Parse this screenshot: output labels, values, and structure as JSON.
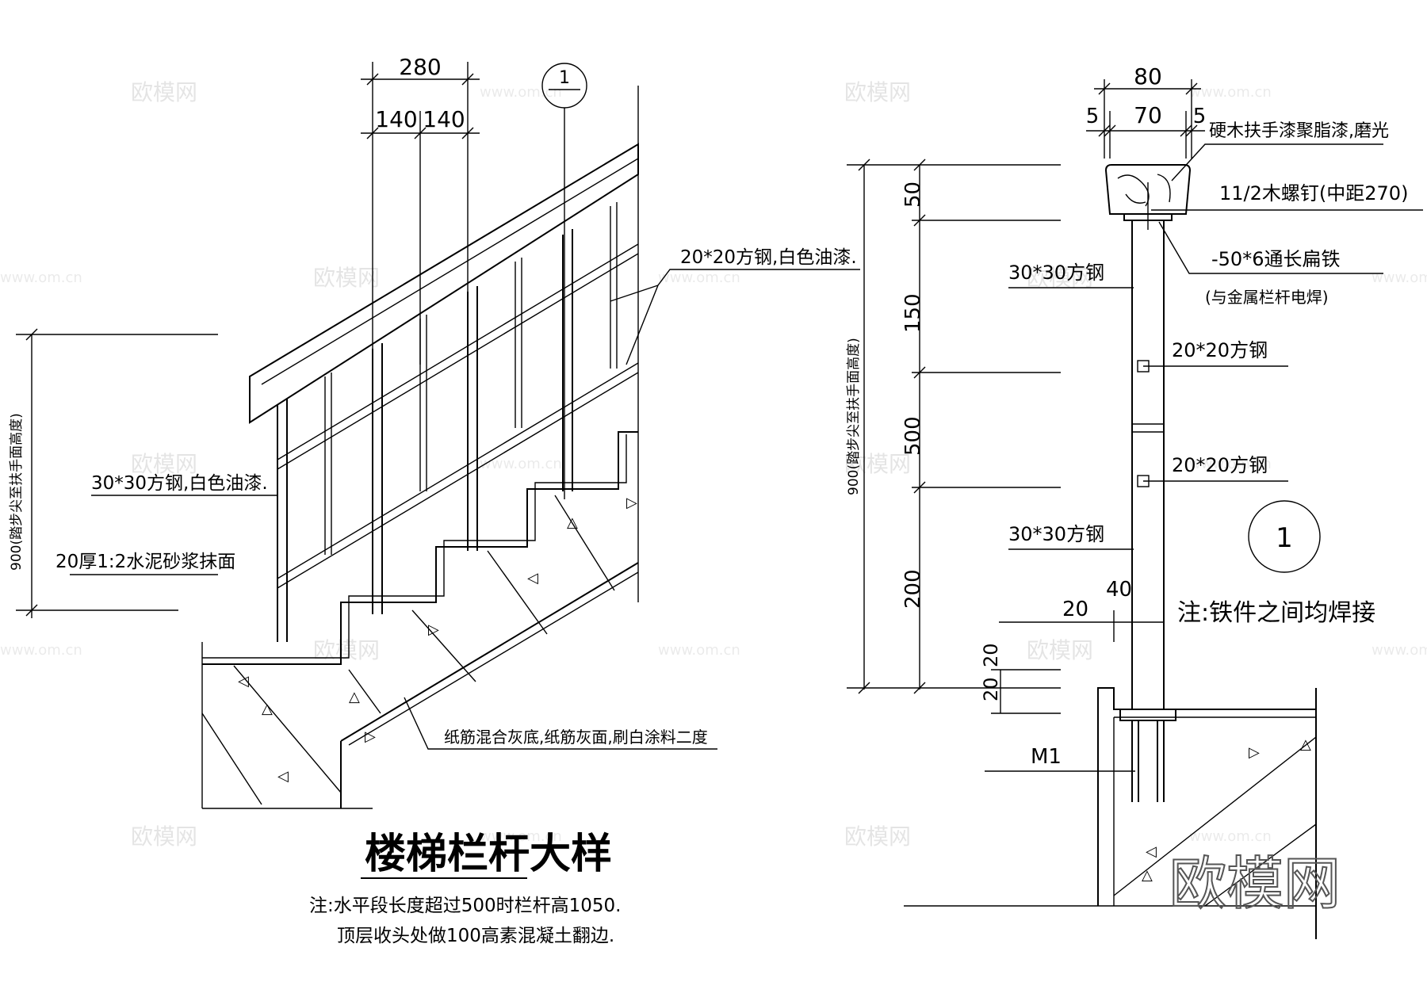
{
  "left_detail": {
    "dim_top_total": "280",
    "dim_top_a": "140",
    "dim_top_b": "140",
    "section_mark": "1",
    "label_top_rail": "20*20方钢,白色油漆.",
    "label_post": "30*30方钢,白色油漆.",
    "label_finish": "20厚1:2水泥砂浆抹面",
    "label_soffit": "纸筋混合灰底,纸筋灰面,刷白涂料二度",
    "dim_height": "900(踏步尖至扶手面高度)",
    "title": "楼梯栏杆大样",
    "note_line1": "注:水平段长度超过500时栏杆高1050.",
    "note_line2": "顶层收头处做100高素混凝土翻边."
  },
  "right_detail": {
    "dim_top_total": "80",
    "dim_top_left": "5",
    "dim_top_mid": "70",
    "dim_top_right": "5",
    "label_handrail": "硬木扶手漆聚脂漆,磨光",
    "label_screw": "11/2木螺钉(中距270)",
    "label_flatbar": "-50*6通长扁铁",
    "label_flatbar_note": "(与金属栏杆电焊)",
    "label_post_upper": "30*30方钢",
    "label_bar_1": "20*20方钢",
    "label_bar_2": "20*20方钢",
    "label_post_lower": "30*30方钢",
    "dim_50": "50",
    "dim_150": "150",
    "dim_500": "500",
    "dim_200": "200",
    "dim_height": "900(踏步尖至扶手面高度)",
    "dim_20_h": "20",
    "dim_40_h": "40",
    "dim_20_v_a": "20",
    "dim_20_v_b": "20",
    "label_embed": "M1",
    "section_mark": "1",
    "weld_note": "注:铁件之间均焊接"
  },
  "watermarks": {
    "brand": "欧模网",
    "url": "www.om.cn",
    "big_logo": "欧模网"
  }
}
